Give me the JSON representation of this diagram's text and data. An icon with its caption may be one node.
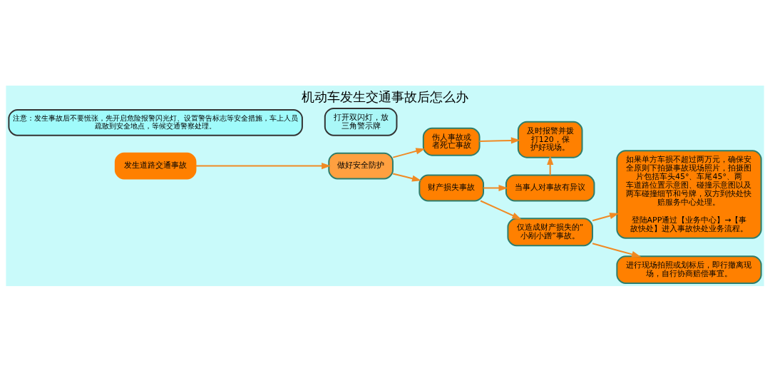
{
  "diagram": {
    "title": "机动车发生交通事故后怎么办",
    "nodes": [
      {
        "text": [
          "发生道路交通事故"
        ]
      },
      {
        "text": [
          "打开双闪灯，放三角警示牌"
        ]
      },
      {
        "text": [
          "做好安全防护"
        ]
      },
      {
        "text": [
          "伤人事故或者死亡事故"
        ]
      },
      {
        "text": [
          "财产损失事故"
        ]
      },
      {
        "text": [
          "及时报警并拨打120，保护好现场。"
        ]
      },
      {
        "text": [
          "当事人对事故有异议"
        ]
      },
      {
        "text": [
          "仅造成财产损失的“小剐小蹭”事故。"
        ]
      },
      {
        "text": [
          "如果单方车损不超过两万元，确保安全原则下拍摄事故现场照片，拍摄图片包括车头45°、车尾45°、两车道路位置示意图、碰撞示意图以及两车碰撞细节和号牌，双方到快处快赔服务中心处理。",
          "登陆APP通过【业务中心】→【事故快处】进入事故快处业务流程。"
        ]
      },
      {
        "text": [
          "进行现场拍照或划标后，即行撤离现场，自行协商赔偿事宜。"
        ]
      },
      {
        "text": [
          "注意：发生事故后不要慌张，先开启危险报警闪光灯、设置警告标志等安全措施，车上人员疏散到安全地点，等候交通警察处理。"
        ]
      }
    ],
    "edges": [
      {
        "from": 0,
        "to": 2,
        "arrow": "to"
      },
      {
        "from": 2,
        "to": 3,
        "arrow": "to"
      },
      {
        "from": 2,
        "to": 4,
        "arrow": "to"
      },
      {
        "from": 3,
        "to": 5,
        "arrow": "to"
      },
      {
        "from": 4,
        "to": 6,
        "arrow": "to"
      },
      {
        "from": 4,
        "to": 7,
        "arrow": "to"
      },
      {
        "from": 6,
        "to": 5,
        "arrow": "to"
      },
      {
        "from": 7,
        "to": 8,
        "arrow": "to"
      },
      {
        "from": 7,
        "to": 9,
        "arrow": "to"
      }
    ]
  }
}
